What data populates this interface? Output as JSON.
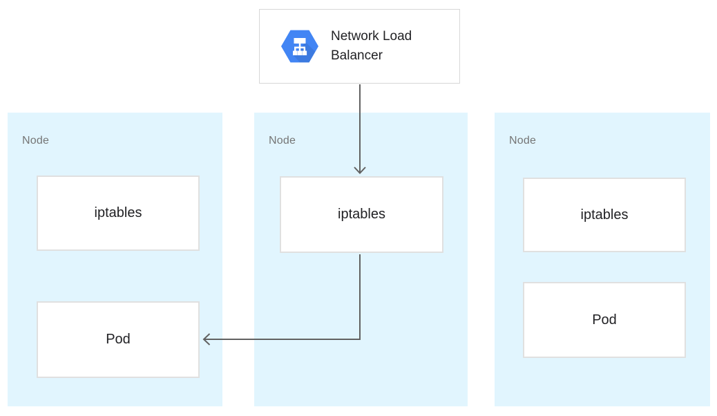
{
  "colors": {
    "node-fill": "#E1F5FE",
    "box-border": "#E0E0E0",
    "nlb-border": "#D7D7D7",
    "text-dark": "#212124",
    "text-gray": "#757575",
    "arrow": "#616161",
    "hexagon-blue": "#4285F4"
  },
  "diagram": {
    "load_balancer": {
      "label": "Network Load Balancer",
      "icon": "network-load-balancer-hexagon-icon"
    },
    "nodes": [
      {
        "label": "Node",
        "boxes": [
          {
            "label": "iptables"
          },
          {
            "label": "Pod"
          }
        ]
      },
      {
        "label": "Node",
        "boxes": [
          {
            "label": "iptables"
          }
        ]
      },
      {
        "label": "Node",
        "boxes": [
          {
            "label": "iptables"
          },
          {
            "label": "Pod"
          }
        ]
      }
    ],
    "arrows": [
      {
        "from": "network-load-balancer",
        "to": "middle-node-iptables"
      },
      {
        "from": "middle-node-iptables",
        "to": "left-node-pod"
      }
    ]
  }
}
